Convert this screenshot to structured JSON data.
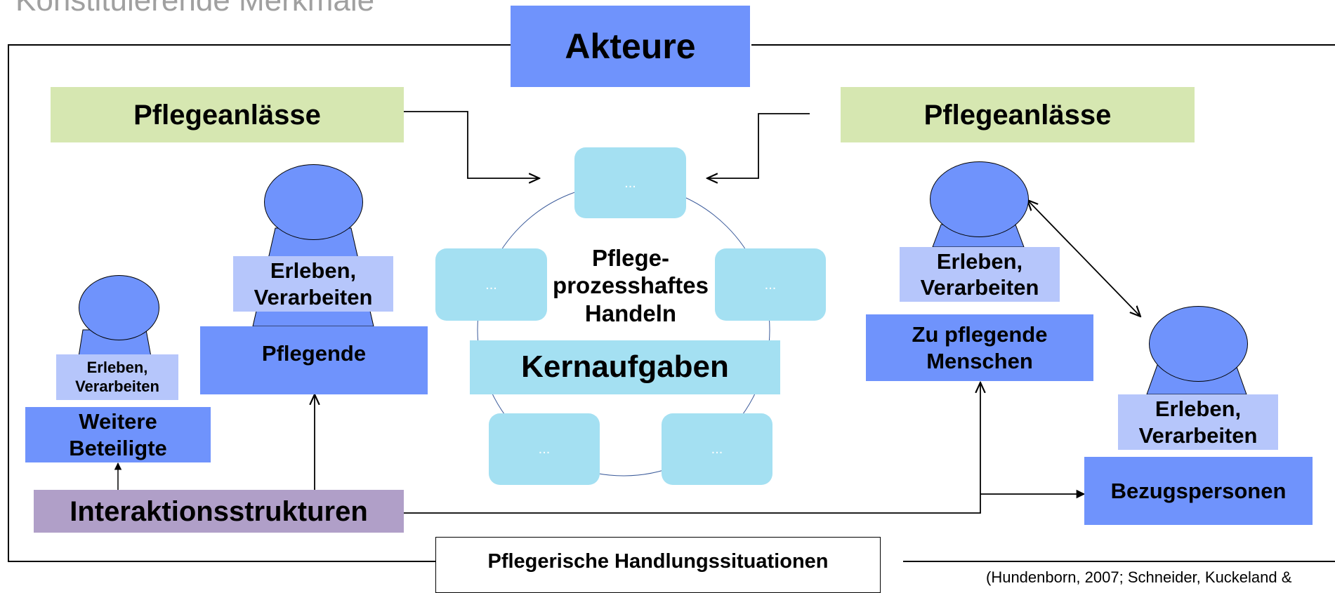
{
  "header": {
    "title": "Konstituierende Merkmale"
  },
  "frame": {
    "top_label": "Akteure",
    "bottom_label": "Pflegerische Handlungssituationen"
  },
  "occasions": {
    "left": "Pflegeanlässe",
    "right": "Pflegeanlässe"
  },
  "core": {
    "center_text_1": "Pflege-",
    "center_text_2": "prozesshaftes",
    "center_text_3": "Handeln",
    "core_label": "Kernaufgaben",
    "node_placeholder": "..."
  },
  "actors": {
    "weitere": {
      "experience_1": "Erleben,",
      "experience_2": "Verarbeiten",
      "name_1": "Weitere",
      "name_2": "Beteiligte"
    },
    "pflegende": {
      "experience_1": "Erleben,",
      "experience_2": "Verarbeiten",
      "name": "Pflegende"
    },
    "zu_pflegende": {
      "experience_1": "Erleben,",
      "experience_2": "Verarbeiten",
      "name_1": "Zu pflegende",
      "name_2": "Menschen"
    },
    "bezugspersonen": {
      "experience_1": "Erleben,",
      "experience_2": "Verarbeiten",
      "name": "Bezugspersonen"
    }
  },
  "interaction": {
    "label": "Interaktionsstrukturen"
  },
  "citation": {
    "text": "(Hundenborn, 2007; Schneider, Kuckeland &"
  },
  "colors": {
    "actor_blue": "#6f93fc",
    "experience_blue": "#b6c6fb",
    "occasion_green": "#d6e7b1",
    "interaction_purple": "#b09fc8",
    "core_cyan": "#a4e0f2"
  }
}
